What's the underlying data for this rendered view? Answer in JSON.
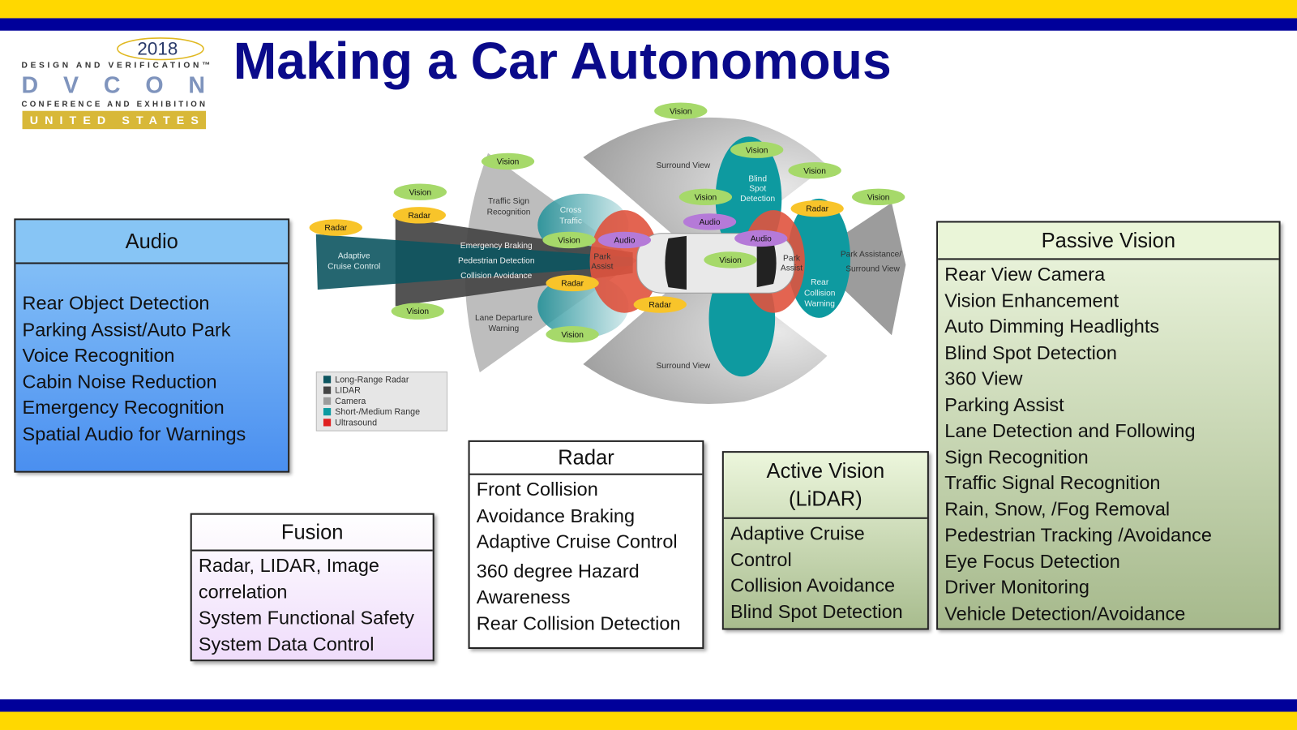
{
  "logo": {
    "year": "2018",
    "line1": "DESIGN AND VERIFICATION™",
    "brand": "DVCON",
    "line2": "CONFERENCE AND EXHIBITION",
    "region": "UNITED STATES"
  },
  "title": "Making a Car Autonomous",
  "colors": {
    "yellow": "#ffd800",
    "navy": "#00009a",
    "title": "#0a0a8a",
    "vision": "#a6d96a",
    "radar": "#f8c42a",
    "audio": "#b57ad8"
  },
  "diagram": {
    "bubbles": [
      "Vision",
      "Vision",
      "Vision",
      "Vision",
      "Vision",
      "Radar",
      "Vision",
      "Radar",
      "Vision",
      "Radar",
      "Audio",
      "Audio",
      "Vision",
      "Audio",
      "Vision",
      "Radar",
      "Radar",
      "Vision",
      "Vision"
    ],
    "labels": {
      "surround_top": "Surround View",
      "traffic_sign_1": "Traffic Sign",
      "traffic_sign_2": "Recognition",
      "cross_1": "Cross",
      "cross_2": "Traffic",
      "blind_1": "Blind",
      "blind_2": "Spot",
      "blind_3": "Detection",
      "emergency": "Emergency Braking",
      "pedestrian": "Pedestrian Detection",
      "collision": "Collision Avoidance",
      "acc_1": "Adaptive",
      "acc_2": "Cruise Control",
      "park_front_1": "Park",
      "park_front_2": "Assist",
      "park_rear_1": "Park",
      "park_rear_2": "Assist",
      "park_assistance": "Park Assistance/",
      "surround_rear": "Surround View",
      "rear_1": "Rear",
      "rear_2": "Collision",
      "rear_3": "Warning",
      "lane_1": "Lane Departure",
      "lane_2": "Warning",
      "surround_bottom": "Surround View"
    },
    "legend": [
      "Long-Range Radar",
      "LIDAR",
      "Camera",
      "Short-/Medium Range",
      "Ultrasound"
    ]
  },
  "audio": {
    "title": "Audio",
    "items": [
      "Rear Object Detection",
      "Parking Assist/Auto Park",
      "Voice Recognition",
      "Cabin Noise Reduction",
      "Emergency Recognition",
      "Spatial Audio for Warnings"
    ]
  },
  "fusion": {
    "title": "Fusion",
    "items": [
      "Radar, LIDAR, Image",
      "correlation",
      "System Functional Safety",
      "System Data Control"
    ]
  },
  "radar": {
    "title": "Radar",
    "items": [
      "Front Collision",
      "Avoidance Braking",
      "Adaptive Cruise Control",
      "360 degree Hazard",
      "Awareness",
      "Rear Collision Detection"
    ]
  },
  "active_vision": {
    "title_1": "Active Vision",
    "title_2": "(LiDAR)",
    "items": [
      "Adaptive Cruise",
      "Control",
      "Collision Avoidance",
      "Blind Spot Detection"
    ]
  },
  "passive_vision": {
    "title": "Passive Vision",
    "items": [
      "Rear View Camera",
      "Vision Enhancement",
      "Auto Dimming Headlights",
      "Blind Spot Detection",
      "360 View",
      "Parking Assist",
      "Lane  Detection and Following",
      "Sign Recognition",
      "Traffic Signal Recognition",
      "Rain, Snow, /Fog Removal",
      "Pedestrian Tracking /Avoidance",
      "Eye Focus Detection",
      "Driver Monitoring",
      "Vehicle Detection/Avoidance"
    ]
  }
}
